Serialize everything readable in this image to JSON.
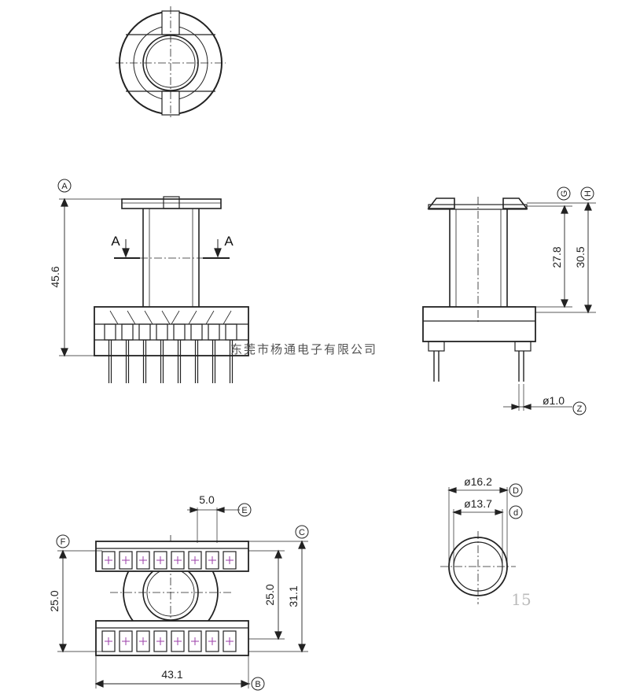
{
  "dimensions": {
    "height_total": "45.6",
    "winding_height": "27.8",
    "body_height": "30.5",
    "pin_diameter": "ø1.0",
    "pin_pitch": "5.0",
    "row_spacing_left": "25.0",
    "row_spacing_right": "25.0",
    "overall_depth": "31.1",
    "overall_width": "43.1",
    "outer_diameter": "ø16.2",
    "inner_diameter": "ø13.7"
  },
  "labels": {
    "datum_a": "A",
    "section_left": "A",
    "section_right": "A",
    "datum_g": "G",
    "datum_h": "H",
    "datum_z": "Z",
    "datum_e": "E",
    "datum_f": "F",
    "datum_c": "C",
    "datum_b": "B",
    "datum_d_upper": "D",
    "datum_d_lower": "d"
  },
  "watermark": "东莞市杨通电子有限公司",
  "page_number": "15",
  "colors": {
    "line": "#222222",
    "pin_mark": "#9b3fa8",
    "watermark": "#555555",
    "page_number": "#bbbbbb"
  }
}
